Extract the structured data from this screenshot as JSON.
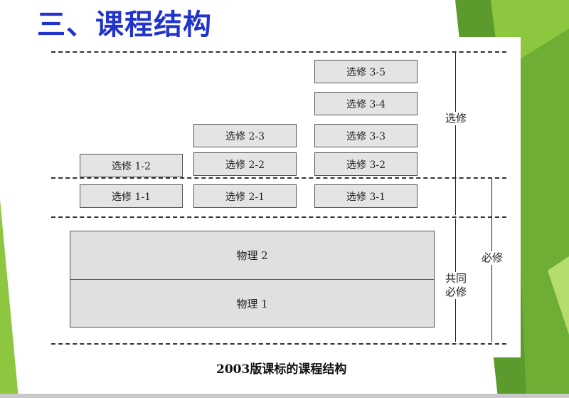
{
  "slide": {
    "title": "三、课程结构"
  },
  "diagram": {
    "elective_boxes": {
      "e1_2": "选修 1-2",
      "e1_1": "选修 1-1",
      "e2_3": "选修 2-3",
      "e2_2": "选修 2-2",
      "e2_1": "选修 2-1",
      "e3_5": "选修 3-5",
      "e3_4": "选修 3-4",
      "e3_3": "选修 3-3",
      "e3_2": "选修 3-2",
      "e3_1": "选修 3-1"
    },
    "compulsory_boxes": {
      "physics2": "物理 2",
      "physics1": "物理 1"
    },
    "side_labels": {
      "elective": "选修",
      "compulsory": "必修",
      "common_line1": "共同",
      "common_line2": "必修"
    },
    "caption": "2003版课标的课程结构"
  },
  "colors": {
    "title": "#2233cc",
    "green_dark": "#4a8a2a",
    "green_light": "#8dc63f"
  }
}
